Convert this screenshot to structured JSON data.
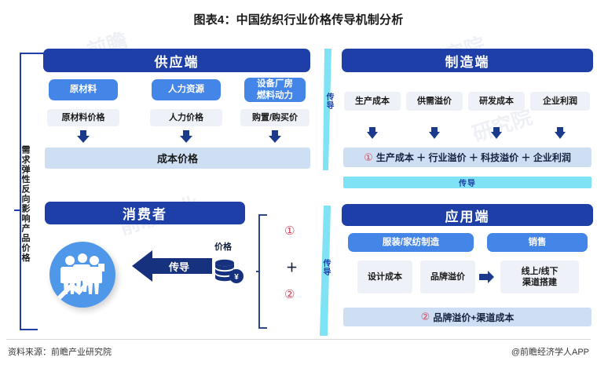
{
  "title": "图表4：中国纺织行业价格传导机制分析",
  "footer": {
    "source": "资料来源：前瞻产业研究院",
    "watermark": "@前瞻经济学人APP"
  },
  "colors": {
    "header_blue": "#1e3fa8",
    "mid_blue": "#4485e8",
    "light_gray": "#eef1f8",
    "light_blue": "#cfdff3",
    "cyan": "#7fe3f5",
    "red_num": "#d2435a",
    "circle_blue": "#4f97e8"
  },
  "left_axis": {
    "label": "需求弹性反向影响产品价格"
  },
  "supply": {
    "header": "供应端",
    "inputs": [
      {
        "name": "原材料",
        "price": "原材料价格"
      },
      {
        "name": "人力资源",
        "price": "人力价格"
      },
      {
        "name": "设备厂房燃料动力",
        "price": "购置/购买价"
      }
    ],
    "result": "成本价格"
  },
  "manufacture": {
    "header": "制造端",
    "items": [
      "生产成本",
      "供需溢价",
      "研发成本",
      "企业利润"
    ],
    "formula_num": "①",
    "formula": "生产成本 ＋ 行业溢价 ＋ 科技溢价 ＋ 企业利润",
    "conduction": "传导"
  },
  "application": {
    "header": "应用端",
    "groups": [
      "服装/家纺制造",
      "销售"
    ],
    "items": [
      "设计成本",
      "品牌溢价",
      "线上/线下渠道搭建"
    ],
    "formula_num": "②",
    "formula": "品牌溢价+渠道成本"
  },
  "consumer": {
    "header": "消费者",
    "arrow_label": "传导",
    "price_label": "价格",
    "bracket": {
      "first": "①",
      "operator": "＋",
      "second": "②"
    },
    "icon": "people-growth-icon"
  },
  "conduction_bars": [
    {
      "label": "传导"
    },
    {
      "label": "传导"
    }
  ]
}
